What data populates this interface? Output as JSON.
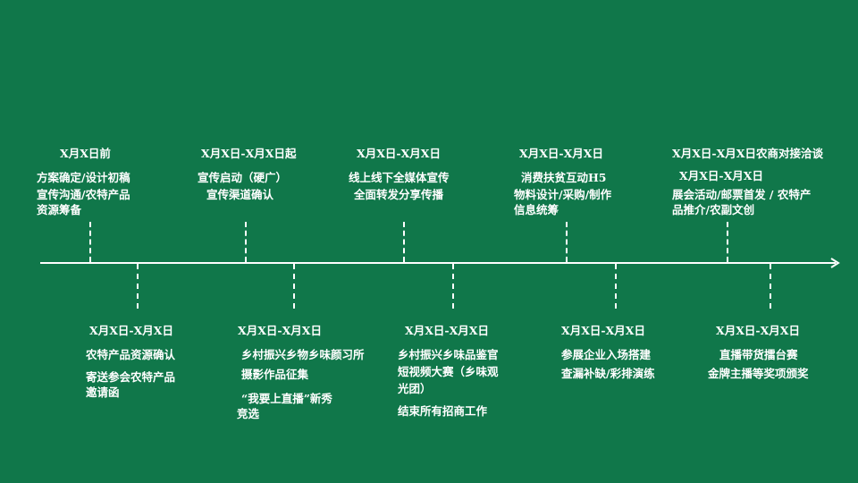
{
  "colors": {
    "background": "#10774A",
    "foreground": "#FFFFFF"
  },
  "timeline": {
    "arrow_icon": "arrow-right",
    "upper": [
      {
        "date": "X月X日前",
        "lines": [
          "方案确定/设计初稿",
          "宣传沟通/农特产品",
          "资源筹备"
        ]
      },
      {
        "date": "X月X日-X月X日起",
        "lines": [
          "宣传启动（硬广）",
          "宣传渠道确认"
        ]
      },
      {
        "date": "X月X日-X月X日",
        "lines": [
          "线上线下全媒体宣传",
          "全面转发分享传播"
        ]
      },
      {
        "date": "X月X日-X月X日",
        "lines": [
          "消费扶贫互动H5",
          "物料设计/采购/制作",
          "信息统筹"
        ]
      },
      {
        "date": "X月X日-X月X日农商对接洽谈",
        "subdate": "X月X日-X月X日",
        "lines": [
          "展会活动/邮票首发 / 农特产",
          "品推介/农副文创"
        ]
      }
    ],
    "lower": [
      {
        "date": "X月X日-X月X日",
        "lines": [
          "农特产品资源确认",
          "寄送参会农特产品",
          "邀请函"
        ]
      },
      {
        "date": "X月X日-X月X日",
        "lines": [
          "乡村振兴乡物乡味颜习所",
          "摄影作品征集",
          "“我要上直播”新秀",
          "竞选"
        ]
      },
      {
        "date": "X月X日-X月X日",
        "lines": [
          "乡村振兴乡味品鉴官",
          "短视频大赛（乡味观",
          "光团）",
          "结束所有招商工作"
        ]
      },
      {
        "date": "X月X日-X月X日",
        "lines": [
          "参展企业入场搭建",
          "查漏补缺/彩排演练"
        ]
      },
      {
        "date": "X月X日-X月X日",
        "lines": [
          "直播带货擂台赛",
          "金牌主播等奖项颁奖"
        ]
      }
    ]
  }
}
